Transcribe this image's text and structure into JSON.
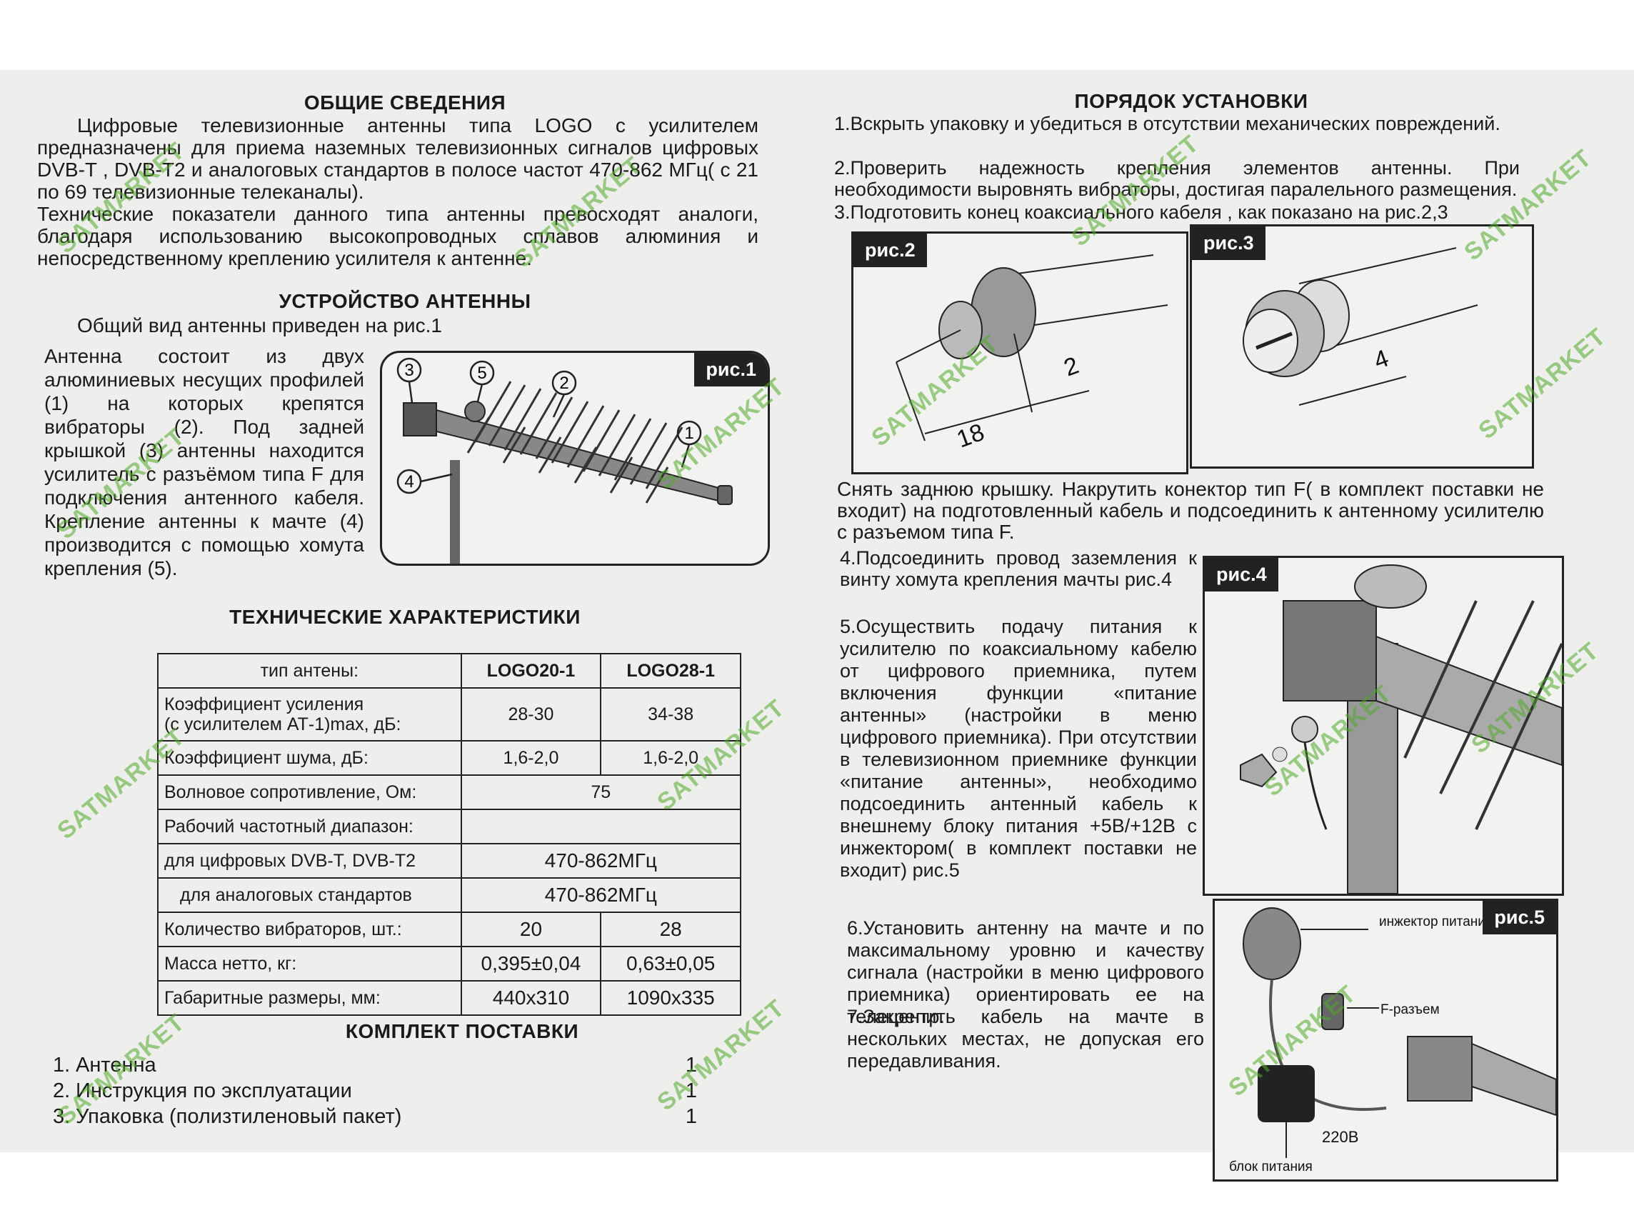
{
  "left": {
    "general": {
      "title": "ОБЩИЕ СВЕДЕНИЯ",
      "p1": "Цифровые телевизионные антенны типа LOGO с усилителем предназначены для приема наземных телевизионных сигналов цифровых DVB-T , DVB-T2 и аналоговых стандартов в полосе частот 470-862 МГц( с 21 по 69 телевизионные телеканалы).",
      "p2": "Технические показатели данного типа антенны превосходят аналоги, благодаря использованию высокопроводных сплавов алюминия и непосредственному креплению усилителя к антенне."
    },
    "device": {
      "title": "УСТРОЙСТВО АНТЕННЫ",
      "intro": "Общий вид антенны приведен на рис.1",
      "text": "Антенна состоит из двух алюминиевых несущих профилей (1) на которых крепятся вибраторы (2). Под задней крышкой (3) антенны находится усилитель с разъёмом типа F для подключения антенного кабеля. Крепление антенны к мачте (4) производится с помощью хомута крепления (5).",
      "fig_label": "рис.1",
      "callouts": [
        "1",
        "2",
        "3",
        "4",
        "5"
      ]
    },
    "specs": {
      "title": "ТЕХНИЧЕСКИЕ ХАРАКТЕРИСТИКИ",
      "header": {
        "label": "тип антены:",
        "m1": "LOGO20-1",
        "m2": "LOGO28-1"
      },
      "gain": {
        "label1": "Коэффициент усиления",
        "label2": "(с усилителем АТ-1)max, дБ:",
        "m1": "28-30",
        "m2": "34-38"
      },
      "noise": {
        "label": "Коэффициент шума, дБ:",
        "m1": "1,6-2,0",
        "m2": "1,6-2,0"
      },
      "impedance": {
        "label": "Волновое сопротивление, Ом:",
        "value": "75"
      },
      "freq_title": "Рабочий частотный диапазон:",
      "freq_digital": {
        "label": "для цифровых DVB-T, DVB-T2",
        "value": "470-862МГц"
      },
      "freq_analog": {
        "label": "для аналоговых стандартов",
        "value": "470-862МГц"
      },
      "vibrators": {
        "label": "Количество вибраторов, шт.:",
        "m1": "20",
        "m2": "28"
      },
      "mass": {
        "label": "Масса нетто, кг:",
        "m1": "0,395±0,04",
        "m2": "0,63±0,05"
      },
      "dims": {
        "label": "Габаритные размеры, мм:",
        "m1": "440x310",
        "m2": "1090x335"
      }
    },
    "kit": {
      "title": "КОМПЛЕКТ ПОСТАВКИ",
      "items": [
        {
          "n": "1.",
          "name": "Антенна",
          "qty": "1"
        },
        {
          "n": "2.",
          "name": "Инструкция по эксплуатации",
          "qty": "1"
        },
        {
          "n": "3.",
          "name": "Упаковка (полизтиленовый пакет)",
          "qty": "1"
        }
      ]
    }
  },
  "right": {
    "title": "ПОРЯДОК УСТАНОВКИ",
    "steps": {
      "s1": "1.Вскрыть упаковку и убедиться в отсутствии механических повреждений.",
      "s2": "2.Проверить надежность крепления элементов антенны. При необходимости выровнять вибраторы, достигая паралельного размещения.",
      "s3": "3.Подготовить конец коаксиального кабеля , как показано на рис.2,3",
      "s3b": "Снять заднюю крышку. Накрутить конектор тип F( в комплект поставки не входит) на подготовленный кабель и подсоединить к антенному усилителю с разъемом типа F.",
      "s4": "4.Подсоединить провод заземления к винту хомута крепления мачты рис.4",
      "s5": "5.Осуществить подачу питания к усилителю по коаксиальному кабелю от цифрового приемника, путем включения функции «питание антенны» (настройки в меню цифрового приемника). При отсутствии в телевизионном приемнике функции «питание антенны», необходимо подсоединить антенный кабель к внешнему блоку питания +5В/+12В с инжектором( в комплект поставки не входит) рис.5",
      "s6": "6.Установить антенну на мачте и по максимальному уровню и качеству сигнала (настройки в меню цифрового приемника) ориентировать ее на телецентр.",
      "s7": "7.Закрепить кабель на мачте в нескольких местах, не допуская его передавливания."
    },
    "fig2": {
      "label": "рис.2",
      "dim_a": "18",
      "dim_b": "2"
    },
    "fig3": {
      "label": "рис.3",
      "dim": "4"
    },
    "fig4": {
      "label": "рис.4"
    },
    "fig5": {
      "label": "рис.5",
      "injector": "инжектор питания",
      "f_conn": "F-разъем",
      "voltage": "220В",
      "psu": "блок питания"
    }
  },
  "watermark": "SATMARKET"
}
